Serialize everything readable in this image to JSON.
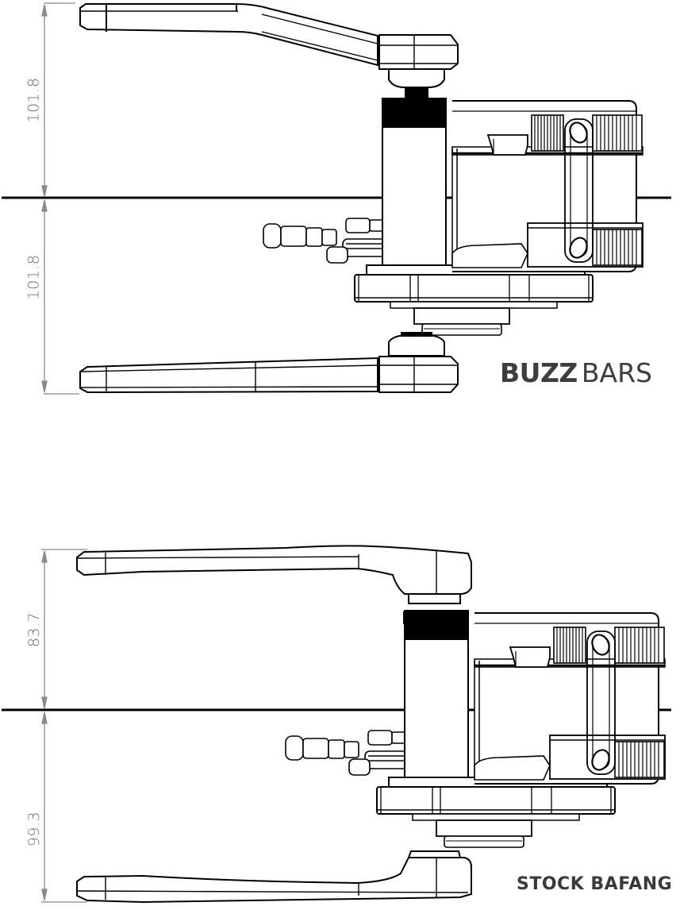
{
  "figure": {
    "type": "technical-drawing",
    "background": "#ffffff",
    "line_color": "#000000",
    "dimension_color": "#7a7a7a",
    "label_color": "#3d3d3d"
  },
  "top_view": {
    "label_bold": "BUZZ",
    "label_regular": "BARS",
    "dimensions": {
      "upper": "101.8",
      "lower": "101.8"
    }
  },
  "bottom_view": {
    "label": "STOCK BAFANG",
    "dimensions": {
      "upper": "83.7",
      "lower": "99.3"
    }
  }
}
